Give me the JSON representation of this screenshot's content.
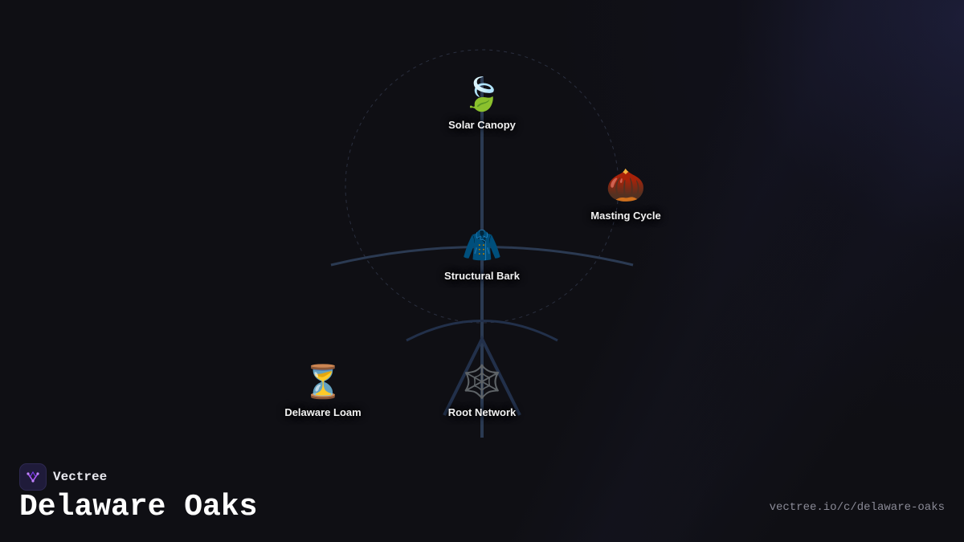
{
  "brand": {
    "name": "Vectree",
    "logo_icon": "vectree-logo-icon",
    "accent": "#a855f7"
  },
  "page": {
    "title": "Delaware Oaks",
    "url": "vectree.io/c/delaware-oaks"
  },
  "nodes": {
    "solar_canopy": {
      "label": "Solar Canopy",
      "emoji": "🍃"
    },
    "masting_cycle": {
      "label": "Masting Cycle",
      "emoji": "🌰"
    },
    "structural_bark": {
      "label": "Structural Bark",
      "emoji": "🧥"
    },
    "delaware_loam": {
      "label": "Delaware Loam",
      "emoji": "⏳"
    },
    "root_network": {
      "label": "Root Network",
      "emoji": "🕸️"
    }
  },
  "colors": {
    "background": "#0f0f14",
    "branch": "#2b3a52",
    "dashed_ring": "#2a2f3f"
  }
}
